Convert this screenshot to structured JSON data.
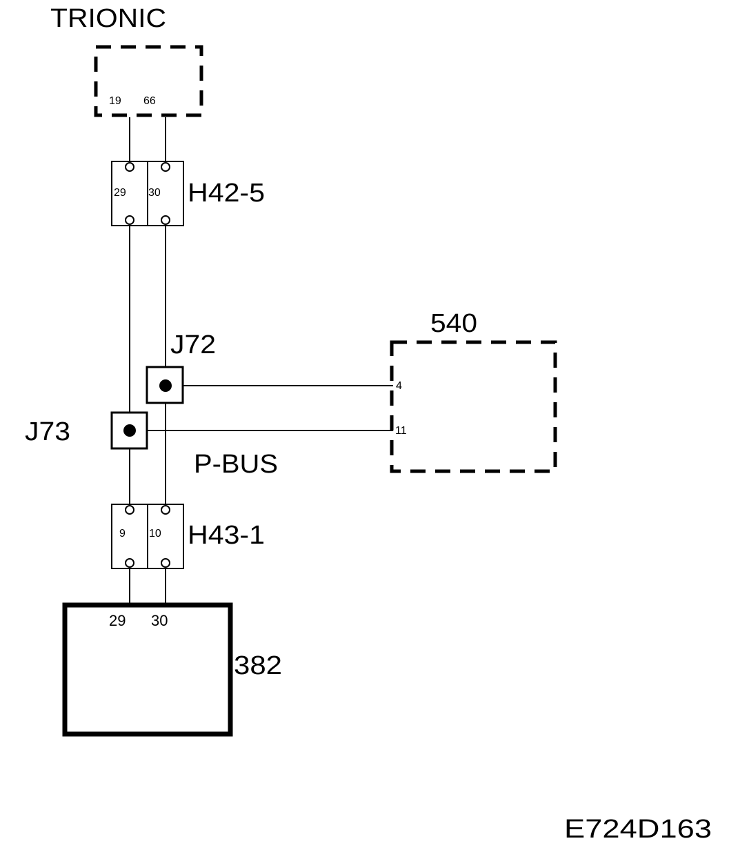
{
  "components": {
    "trionic": {
      "label": "TRIONIC",
      "pins": [
        "19",
        "66"
      ]
    },
    "connector_h42_5": {
      "label": "H42-5",
      "pins": [
        "29",
        "30"
      ]
    },
    "splice_j72": {
      "label": "J72"
    },
    "splice_j73": {
      "label": "J73"
    },
    "module_540": {
      "label": "540",
      "pins": [
        "4",
        "11"
      ]
    },
    "bus": {
      "label": "P-BUS"
    },
    "connector_h43_1": {
      "label": "H43-1",
      "pins": [
        "9",
        "10"
      ]
    },
    "module_382": {
      "label": "382",
      "pins": [
        "29",
        "30"
      ]
    }
  },
  "drawing_id": "E724D163"
}
